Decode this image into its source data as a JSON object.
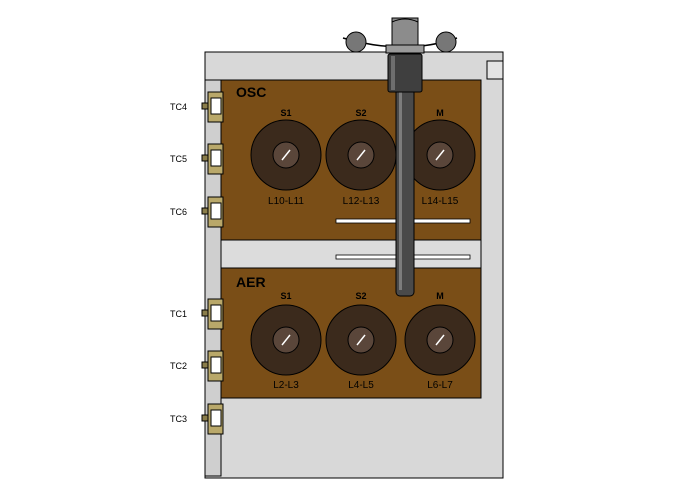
{
  "sections": [
    {
      "label": "OSC",
      "knobs": [
        {
          "top": "S1",
          "bottom": "L10-L11"
        },
        {
          "top": "S2",
          "bottom": "L12-L13"
        },
        {
          "top": "M",
          "bottom": "L14-L15"
        }
      ]
    },
    {
      "label": "AER",
      "knobs": [
        {
          "top": "S1",
          "bottom": "L2-L3"
        },
        {
          "top": "S2",
          "bottom": "L4-L5"
        },
        {
          "top": "M",
          "bottom": "L6-L7"
        }
      ]
    }
  ],
  "terminals": [
    "TC4",
    "TC5",
    "TC6",
    "TC1",
    "TC2",
    "TC3"
  ],
  "colors": {
    "panel": "#7a4e17",
    "knob": "#3b2a1c",
    "cap": "#5a463a",
    "chassis": "#d6d6d6",
    "shaft": "#4a4a4a",
    "connector": "#b9a86a"
  }
}
